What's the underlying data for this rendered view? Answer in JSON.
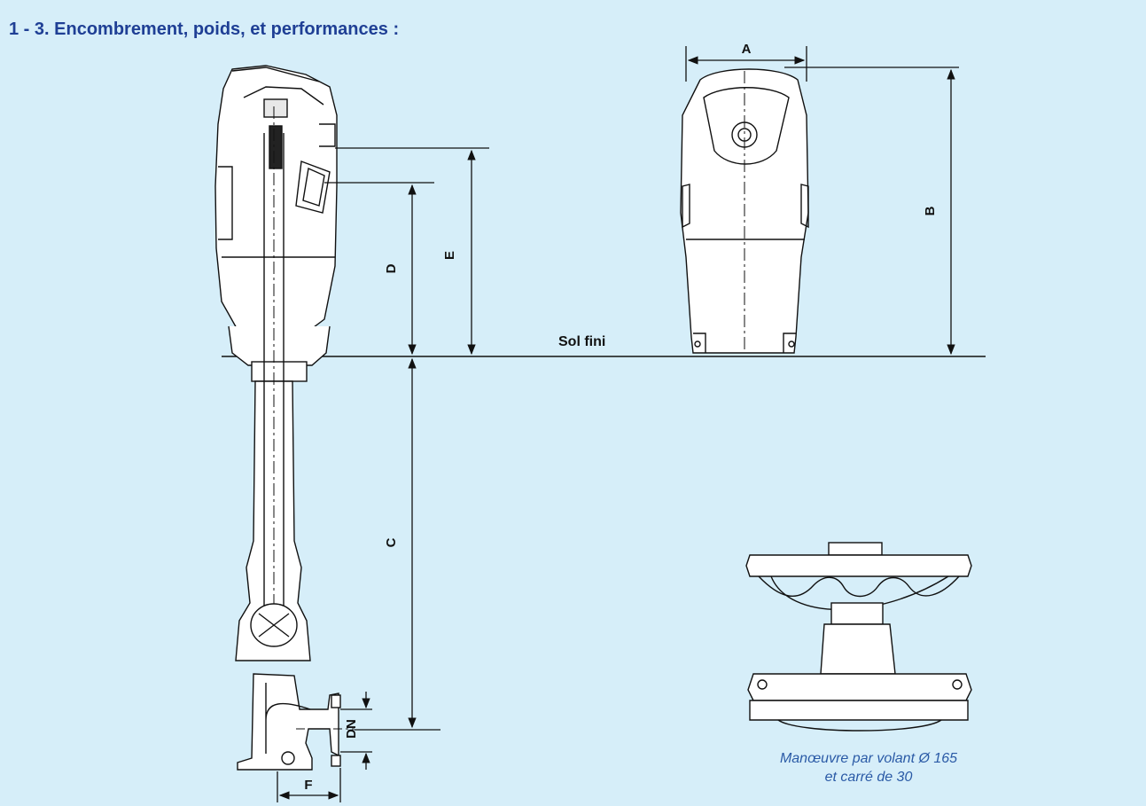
{
  "section_title": "1 - 3. Encombrement, poids, et performances :",
  "ground_label": "Sol fini",
  "dimensions": {
    "a": "A",
    "b": "B",
    "c": "C",
    "d": "D",
    "e": "E",
    "f": "F",
    "dn": "DN"
  },
  "caption": {
    "line1": "Manœuvre par volant Ø 165",
    "line2": "et carré de 30"
  },
  "colors": {
    "background": "#d6eef9",
    "title": "#1f3f95",
    "caption": "#2a5aa6",
    "line": "#111111"
  }
}
